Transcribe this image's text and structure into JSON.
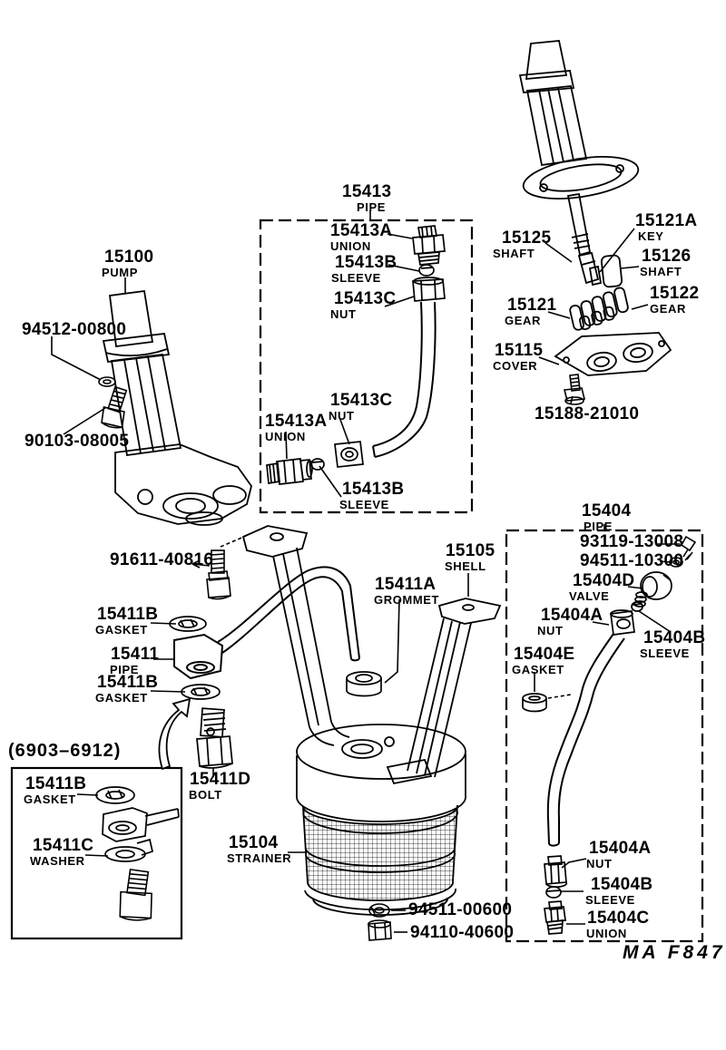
{
  "diagram": {
    "figure_code": "MA F847",
    "era_note": "(6903–6912)"
  },
  "labels": {
    "pump": {
      "number": "15100",
      "name": "PUMP"
    },
    "pump_washer": {
      "number": "94512-00800",
      "name": ""
    },
    "pump_bolt": {
      "number": "90103-08005",
      "name": ""
    },
    "pipe_15413": {
      "number": "15413",
      "name": "PIPE"
    },
    "union_15413a": {
      "number": "15413A",
      "name": "UNION"
    },
    "sleeve_15413b": {
      "number": "15413B",
      "name": "SLEEVE"
    },
    "nut_15413c": {
      "number": "15413C",
      "name": "NUT"
    },
    "shaft_15125": {
      "number": "15125",
      "name": "SHAFT"
    },
    "key_15121a": {
      "number": "15121A",
      "name": "KEY"
    },
    "shaft_15126": {
      "number": "15126",
      "name": "SHAFT"
    },
    "gear_15121": {
      "number": "15121",
      "name": "GEAR"
    },
    "gear_15122": {
      "number": "15122",
      "name": "GEAR"
    },
    "cover_15115": {
      "number": "15115",
      "name": "COVER"
    },
    "bolt_15188": {
      "number": "15188-21010",
      "name": ""
    },
    "pipe_15404": {
      "number": "15404",
      "name": "PIPE"
    },
    "screw_93119": {
      "number": "93119-13008",
      "name": ""
    },
    "washer_94511_10300": {
      "number": "94511-10300",
      "name": ""
    },
    "valve_15404d": {
      "number": "15404D",
      "name": "VALVE"
    },
    "nut_15404a": {
      "number": "15404A",
      "name": "NUT"
    },
    "sleeve_15404b": {
      "number": "15404B",
      "name": "SLEEVE"
    },
    "gasket_15404e": {
      "number": "15404E",
      "name": "GASKET"
    },
    "union_15404c": {
      "number": "15404C",
      "name": "UNION"
    },
    "bolt_91611": {
      "number": "91611-40816",
      "name": ""
    },
    "gasket_15411b": {
      "number": "15411B",
      "name": "GASKET"
    },
    "pipe_15411": {
      "number": "15411",
      "name": "PIPE"
    },
    "grommet_15411a": {
      "number": "15411A",
      "name": "GROMMET"
    },
    "washer_15411c": {
      "number": "15411C",
      "name": "WASHER"
    },
    "bolt_15411d": {
      "number": "15411D",
      "name": "BOLT"
    },
    "shell_15105": {
      "number": "15105",
      "name": "SHELL"
    },
    "strainer_15104": {
      "number": "15104",
      "name": "STRAINER"
    },
    "washer_94511_00600": {
      "number": "94511-00600",
      "name": ""
    },
    "nut_94110": {
      "number": "94110-40600",
      "name": ""
    }
  }
}
